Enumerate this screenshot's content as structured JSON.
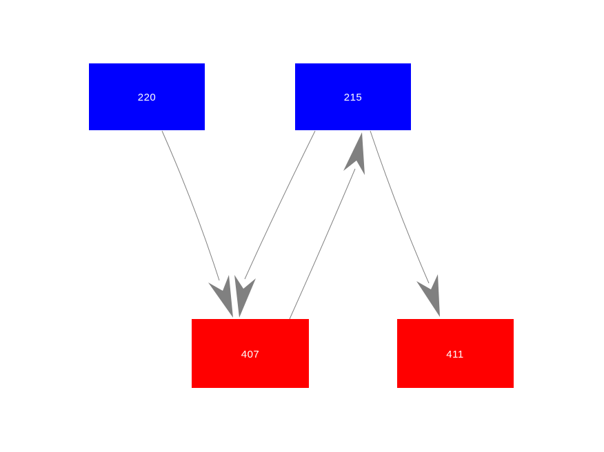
{
  "diagram": {
    "type": "directed-graph",
    "background_color": "#ffffff",
    "edge_color": "#808080",
    "nodes": [
      {
        "id": "220",
        "label": "220",
        "fill": "#0000ff",
        "text_color": "#ffffff",
        "row": "top"
      },
      {
        "id": "215",
        "label": "215",
        "fill": "#0000ff",
        "text_color": "#ffffff",
        "row": "top"
      },
      {
        "id": "407",
        "label": "407",
        "fill": "#ff0000",
        "text_color": "#ffffff",
        "row": "bottom"
      },
      {
        "id": "411",
        "label": "411",
        "fill": "#ff0000",
        "text_color": "#ffffff",
        "row": "bottom"
      }
    ],
    "edges": [
      {
        "from": "220",
        "to": "407"
      },
      {
        "from": "215",
        "to": "407"
      },
      {
        "from": "407",
        "to": "215"
      },
      {
        "from": "215",
        "to": "411"
      }
    ]
  }
}
